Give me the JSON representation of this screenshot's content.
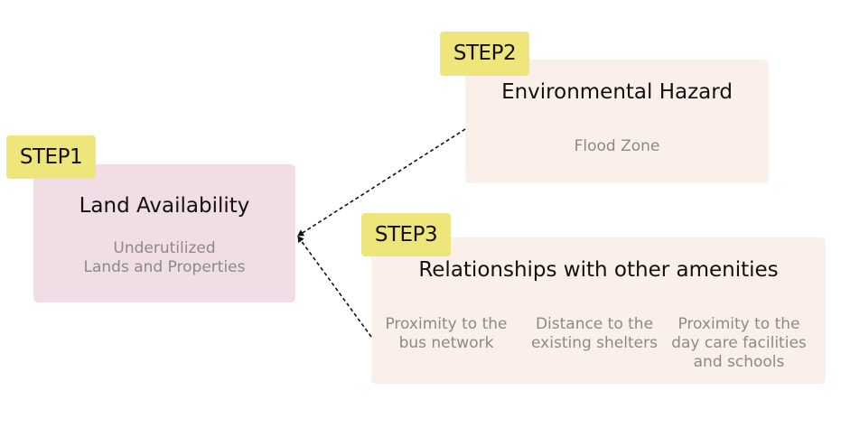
{
  "step1": {
    "tag": "STEP1",
    "title": "Land Availability",
    "line1": "Underutilized",
    "line2": "Lands and Properties"
  },
  "step2": {
    "tag": "STEP2",
    "title": "Environmental Hazard",
    "subtitle": "Flood Zone"
  },
  "step3": {
    "tag": "STEP3",
    "title": "Relationships with other amenities",
    "criteria": [
      {
        "line1": "Proximity to the",
        "line2": "bus network"
      },
      {
        "line1": "Distance to the",
        "line2": "existing shelters"
      },
      {
        "line1": "Proximity to the",
        "line2": "day care facilities",
        "line3": "and schools"
      }
    ]
  },
  "colors": {
    "step1_box": "#f0dde6",
    "step_box": "#fbefea",
    "tag": "#eee67a",
    "title_text": "#111111",
    "sub_text": "#8a8a8a",
    "connector": "#111111"
  }
}
